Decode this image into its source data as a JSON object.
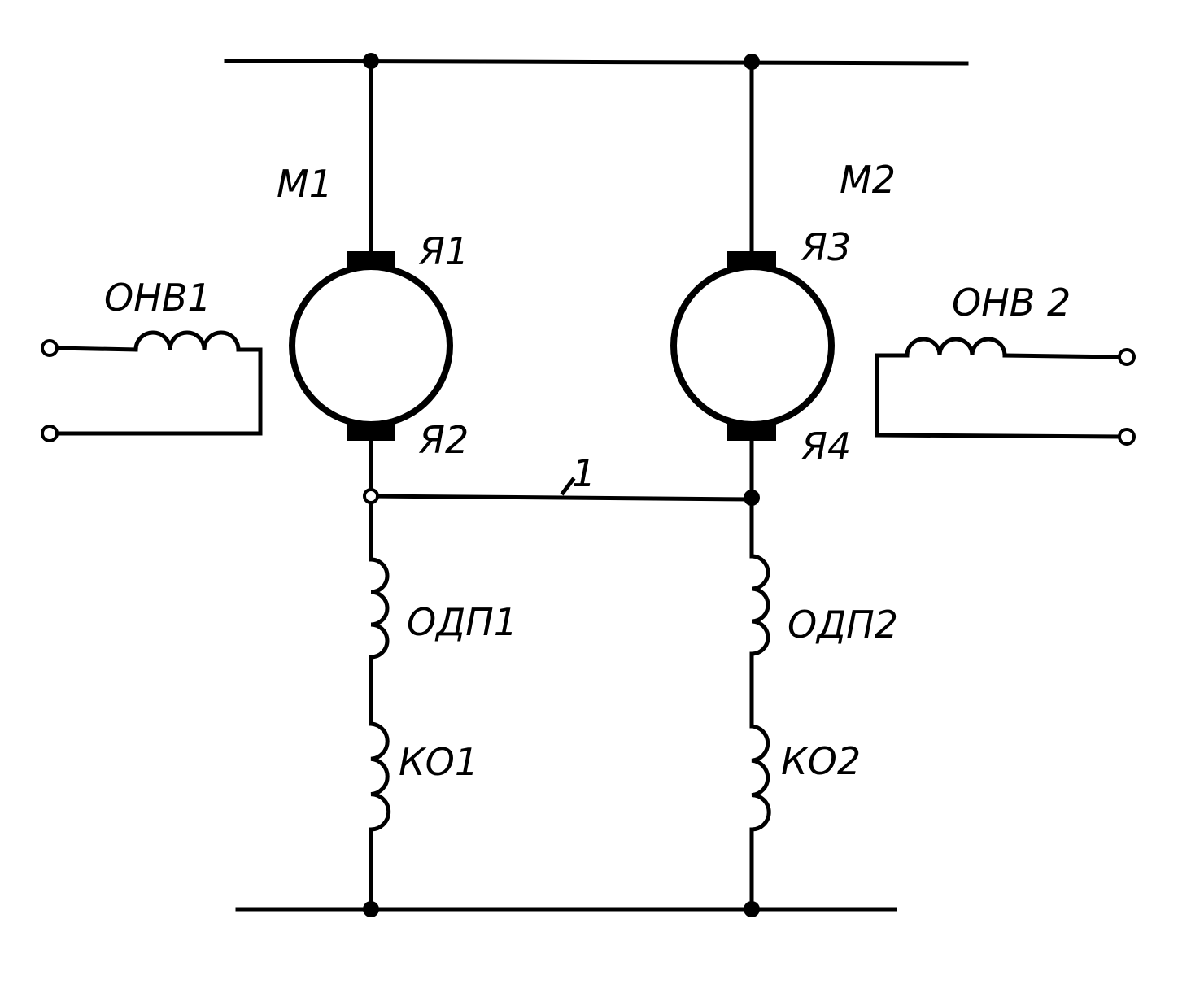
{
  "labels": {
    "motor_1": "M1",
    "motor_2": "M2",
    "armature_1_top": "Я1",
    "armature_1_bottom": "Я2",
    "armature_2_top": "Я3",
    "armature_2_bottom": "Я4",
    "field_winding_1": "ОНВ1",
    "field_winding_2": "ОНВ 2",
    "commutating_winding_1": "ОДП1",
    "commutating_winding_2": "ОДП2",
    "compensating_winding_1": "КО1",
    "compensating_winding_2": "КО2",
    "bridge_wire": "1"
  }
}
